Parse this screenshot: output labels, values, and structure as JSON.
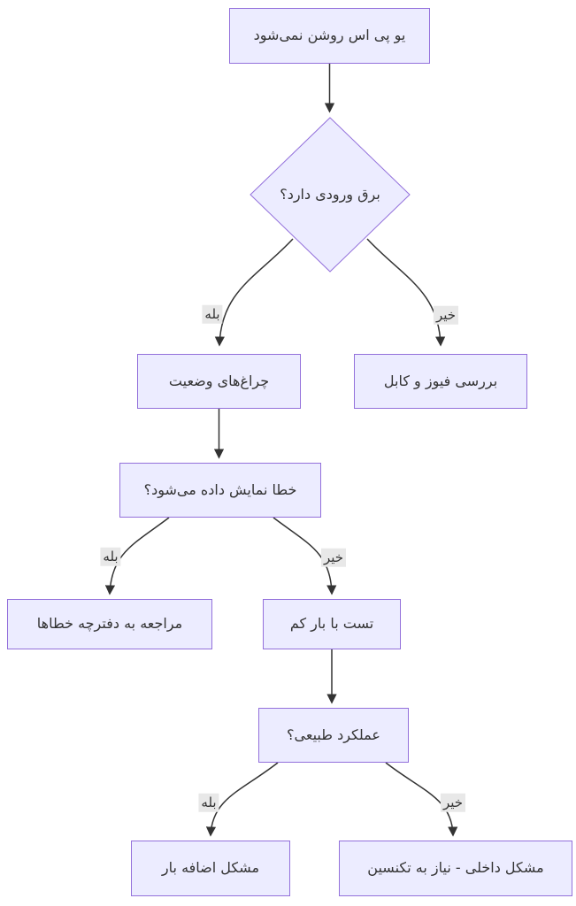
{
  "diagram": {
    "type": "flowchart",
    "direction": "top-down",
    "colors": {
      "node_fill": "#ECECFF",
      "node_border": "#9370DB",
      "edge_color": "#333333",
      "edge_label_bg": "#e8e8e8",
      "text_color": "#333333",
      "background": "#ffffff"
    },
    "nodes": [
      {
        "id": "start",
        "shape": "rect",
        "label": "یو پی اس روشن نمی‌شود"
      },
      {
        "id": "input-power",
        "shape": "diamond",
        "label": "برق ورودی دارد؟"
      },
      {
        "id": "status-lights",
        "shape": "rect",
        "label": "چراغ‌های وضعیت"
      },
      {
        "id": "check-fuse-cable",
        "shape": "rect",
        "label": "بررسی فیوز و کابل"
      },
      {
        "id": "error-displayed",
        "shape": "rect",
        "label": "خطا نمایش داده می‌شود؟"
      },
      {
        "id": "refer-error-manual",
        "shape": "rect",
        "label": "مراجعه به دفترچه خطاها"
      },
      {
        "id": "low-load-test",
        "shape": "rect",
        "label": "تست با بار کم"
      },
      {
        "id": "normal-operation",
        "shape": "rect",
        "label": "عملکرد طبیعی؟"
      },
      {
        "id": "overload-problem",
        "shape": "rect",
        "label": "مشکل اضافه بار"
      },
      {
        "id": "internal-problem",
        "shape": "rect",
        "label": "مشکل داخلی - نیاز به تکنسین"
      }
    ],
    "edges": [
      {
        "from": "start",
        "to": "input-power",
        "label": ""
      },
      {
        "from": "input-power",
        "to": "status-lights",
        "label": "بله"
      },
      {
        "from": "input-power",
        "to": "check-fuse-cable",
        "label": "خیر"
      },
      {
        "from": "status-lights",
        "to": "error-displayed",
        "label": ""
      },
      {
        "from": "error-displayed",
        "to": "refer-error-manual",
        "label": "بله"
      },
      {
        "from": "error-displayed",
        "to": "low-load-test",
        "label": "خیر"
      },
      {
        "from": "low-load-test",
        "to": "normal-operation",
        "label": ""
      },
      {
        "from": "normal-operation",
        "to": "overload-problem",
        "label": "بله"
      },
      {
        "from": "normal-operation",
        "to": "internal-problem",
        "label": "خیر"
      }
    ]
  }
}
